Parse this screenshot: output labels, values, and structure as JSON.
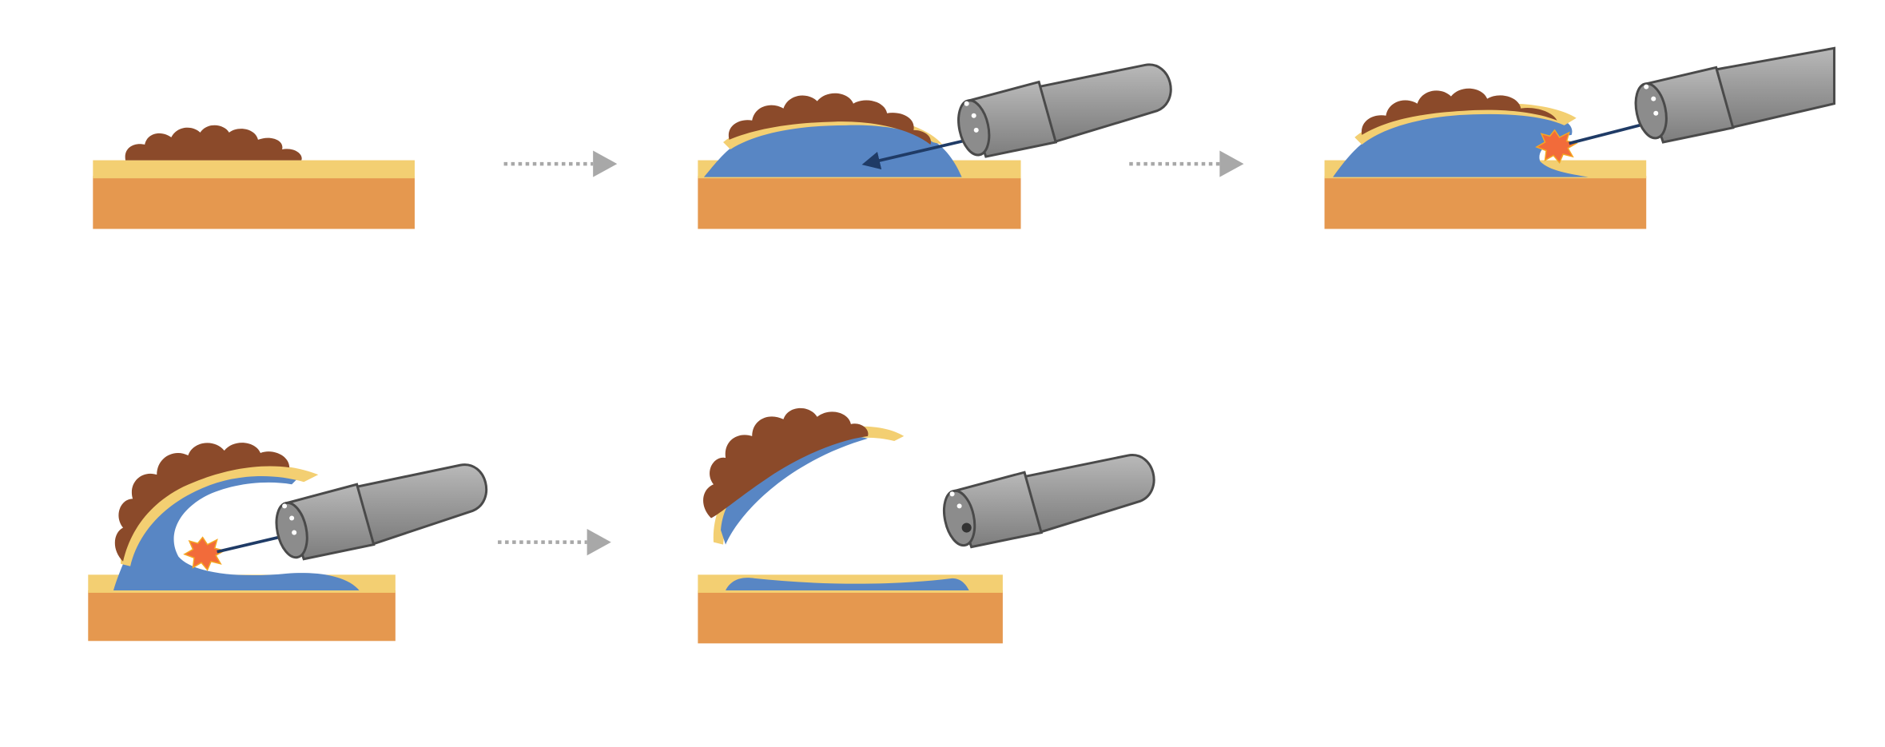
{
  "diagram": {
    "description_text": "",
    "colors": {
      "muscle": "#e5984f",
      "mucosa": "#f3cf72",
      "lesion": "#8b4a2a",
      "submucosal_lift": "#5886c4",
      "scope_body": "#9c9c9c",
      "scope_outline": "#4a4a4a",
      "arrow": "#a8a8a8",
      "knife_flash": "#f26b3a"
    },
    "steps": [
      {
        "id": 1,
        "label": ""
      },
      {
        "id": 2,
        "label": ""
      },
      {
        "id": 3,
        "label": ""
      },
      {
        "id": 4,
        "label": ""
      },
      {
        "id": 5,
        "label": ""
      }
    ]
  }
}
